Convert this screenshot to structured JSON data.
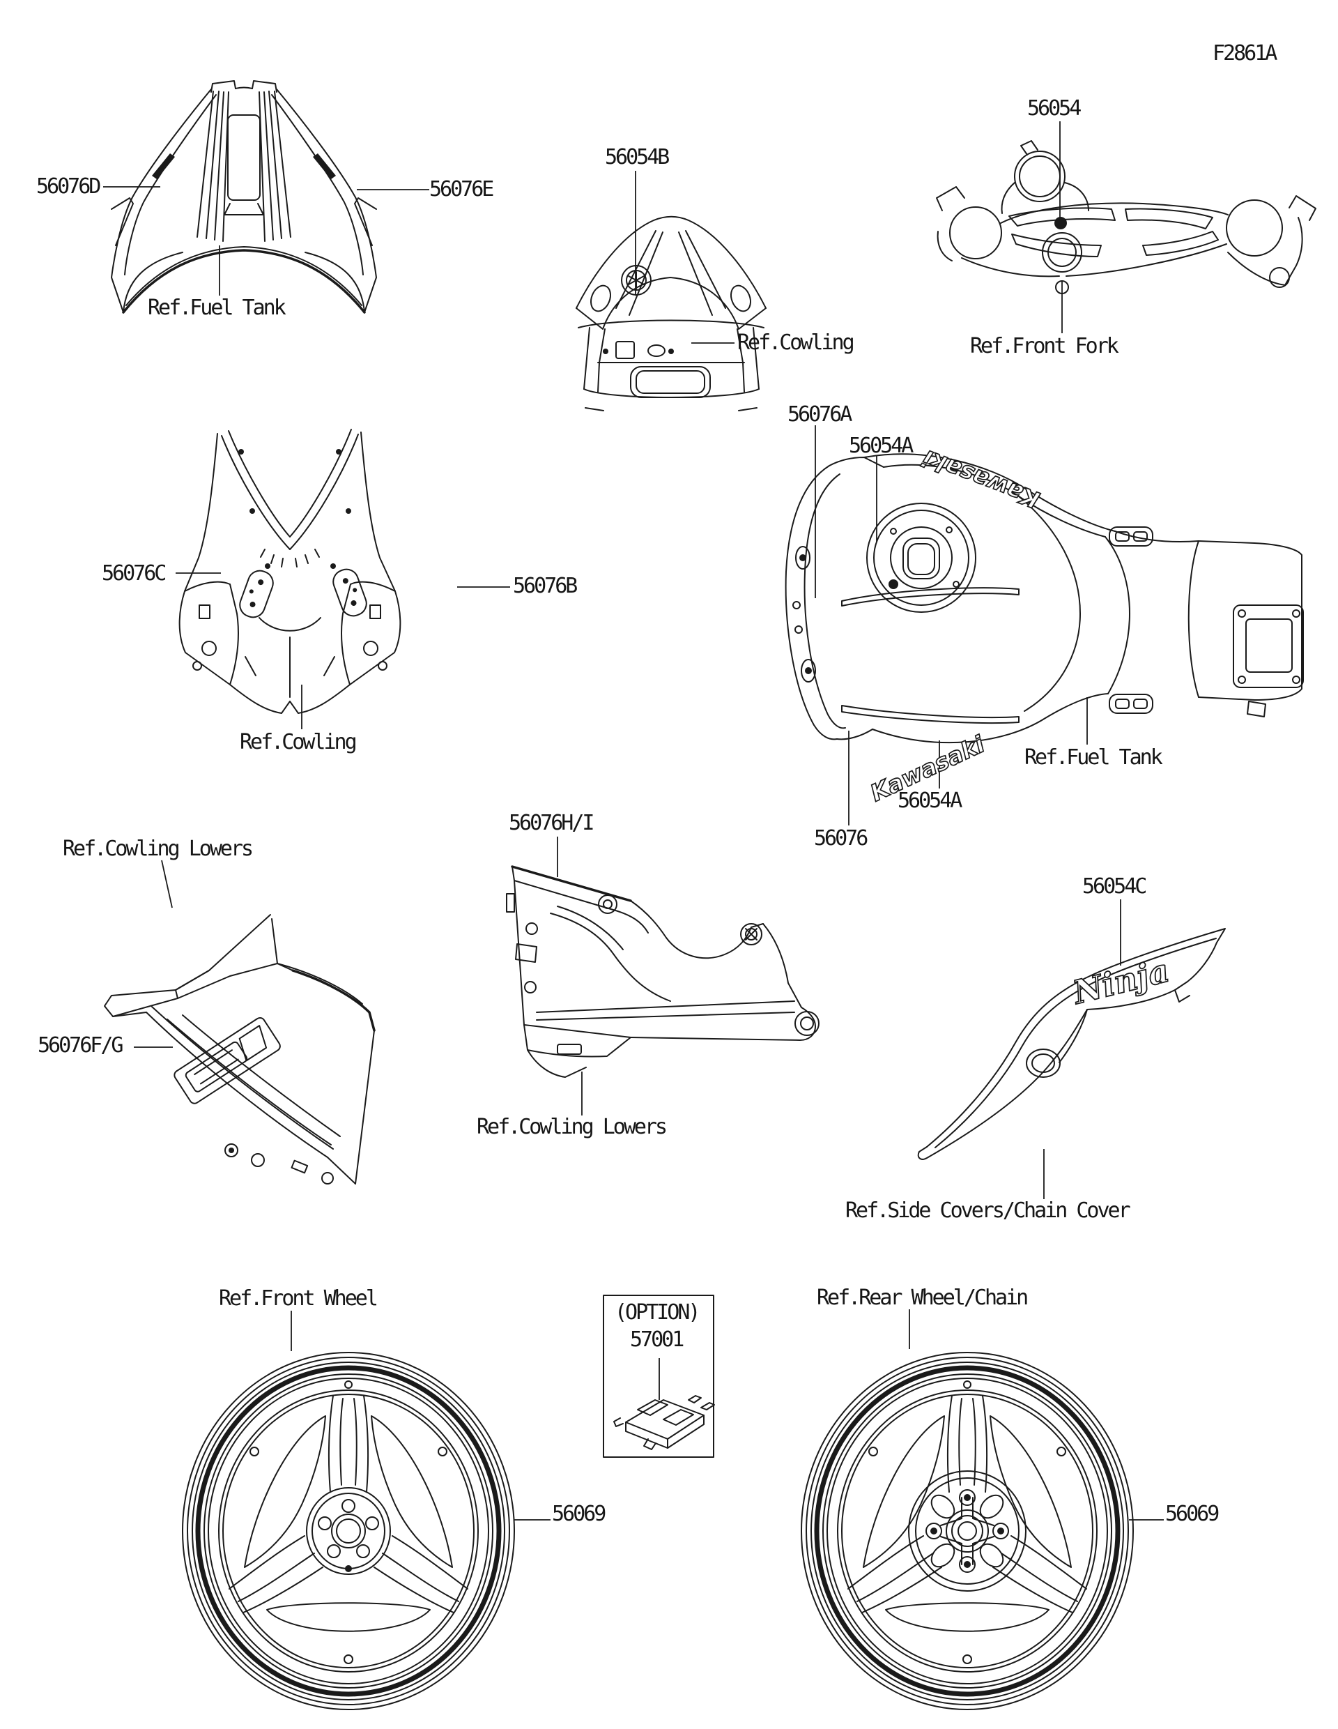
{
  "page": {
    "code": "F2861A",
    "background": "#ffffff",
    "line_color": "#1a1a1a"
  },
  "figures": {
    "fuel_tank_top_cover": {
      "caption": "Ref.Fuel Tank",
      "part_left": "56076D",
      "part_right": "56076E"
    },
    "front_cowling": {
      "caption": "Ref.Cowling",
      "part": "56054B"
    },
    "front_fork": {
      "caption": "Ref.Front Fork",
      "part": "56054"
    },
    "upper_cowling": {
      "caption": "Ref.Cowling",
      "part_left": "56076C",
      "part_right": "56076B"
    },
    "fuel_tank": {
      "caption": "Ref.Fuel Tank",
      "part_stripe": "56076A",
      "part_decal_upper": "56054A",
      "part_decal_lower": "56054A",
      "part_pattern": "56076",
      "decal_text_upper": "Kawasaki",
      "decal_text_lower": "Kawasaki"
    },
    "cowling_lowers_left": {
      "caption": "Ref.Cowling Lowers",
      "part": "56076F/G"
    },
    "cowling_lowers_right": {
      "caption": "Ref.Cowling Lowers",
      "part": "56076H/I"
    },
    "side_cover": {
      "caption": "Ref.Side Covers/Chain Cover",
      "part": "56054C",
      "decal_text": "Ninja"
    },
    "front_wheel": {
      "caption": "Ref.Front Wheel",
      "part": "56069"
    },
    "rear_wheel": {
      "caption": "Ref.Rear Wheel/Chain",
      "part": "56069"
    },
    "option_tool": {
      "tag": "(OPTION)",
      "part": "57001"
    }
  }
}
